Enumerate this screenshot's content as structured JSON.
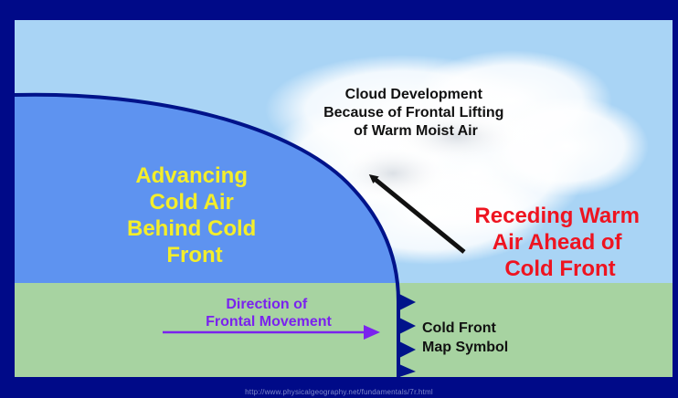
{
  "diagram": {
    "cloud_label_lines": [
      "Cloud Development",
      "Because of Frontal Lifting",
      "of  Warm Moist Air"
    ],
    "cold_air_label_lines": [
      "Advancing",
      "Cold Air",
      "Behind Cold",
      "Front"
    ],
    "warm_air_label_lines": [
      "Receding Warm",
      "Air Ahead of",
      "Cold Front"
    ],
    "direction_label_lines": [
      "Direction of",
      "Frontal Movement"
    ],
    "map_symbol_label_lines": [
      "Cold Front",
      "Map Symbol"
    ],
    "source_url": "http://www.physicalgeography.net/fundamentals/7r.html"
  },
  "colors": {
    "background": "#000a88",
    "sky": "#a9d4f5",
    "cold_air": "#5e93f0",
    "ground": "#a7d3a1",
    "front_line": "#00138a",
    "cold_air_text": "#f4ee2a",
    "warm_air_text": "#ee1420",
    "direction_text": "#7a22ee",
    "dark_text": "#111111"
  }
}
